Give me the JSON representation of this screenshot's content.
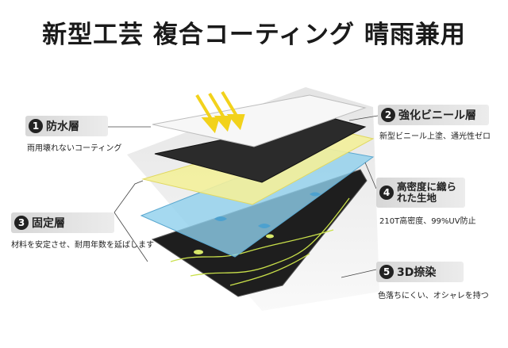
{
  "title": "新型工芸 複合コーティング 晴雨兼用",
  "layers": [
    {
      "num": "1",
      "label": "防水層",
      "desc": "雨用壊れないコーティング"
    },
    {
      "num": "2",
      "label": "強化ビニール層",
      "desc": "新型ビニール上塗、通光性ゼロ"
    },
    {
      "num": "3",
      "label": "固定層",
      "desc": "材料を安定させ、耐用年数を延ばします"
    },
    {
      "num": "4",
      "label": "高密度に織られた生地",
      "desc": "210T高密度、99%UV防止"
    },
    {
      "num": "5",
      "label": "3D捺染",
      "desc": "色落ちにくい、オシャレを持つ"
    }
  ],
  "colors": {
    "arrow": "#f2d21b",
    "layer_white": "#f7f7f7",
    "layer_black": "#2b2b2b",
    "layer_yellow": "#f3ef9a",
    "layer_blue": "#8fd0ec",
    "layer_print": "#1c1c1c"
  }
}
